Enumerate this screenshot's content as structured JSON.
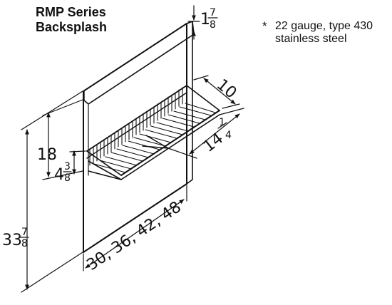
{
  "title": {
    "line1": "RMP Series",
    "line2": "Backsplash"
  },
  "note": {
    "marker": "*",
    "line1": "22 gauge, type 430",
    "line2": "stainless steel"
  },
  "dimensions": {
    "top_return": {
      "whole": "1",
      "num": "7",
      "den": "8"
    },
    "shelf_depth": "10",
    "shelf_width": {
      "whole": "14",
      "num": "1",
      "den": "4"
    },
    "splash_height": "18",
    "shelf_height": {
      "whole": "4",
      "num": "3",
      "den": "8"
    },
    "overall_height": {
      "whole": "33",
      "num": "7",
      "den": "8"
    },
    "lengths": "30, 36, 42, 48"
  }
}
